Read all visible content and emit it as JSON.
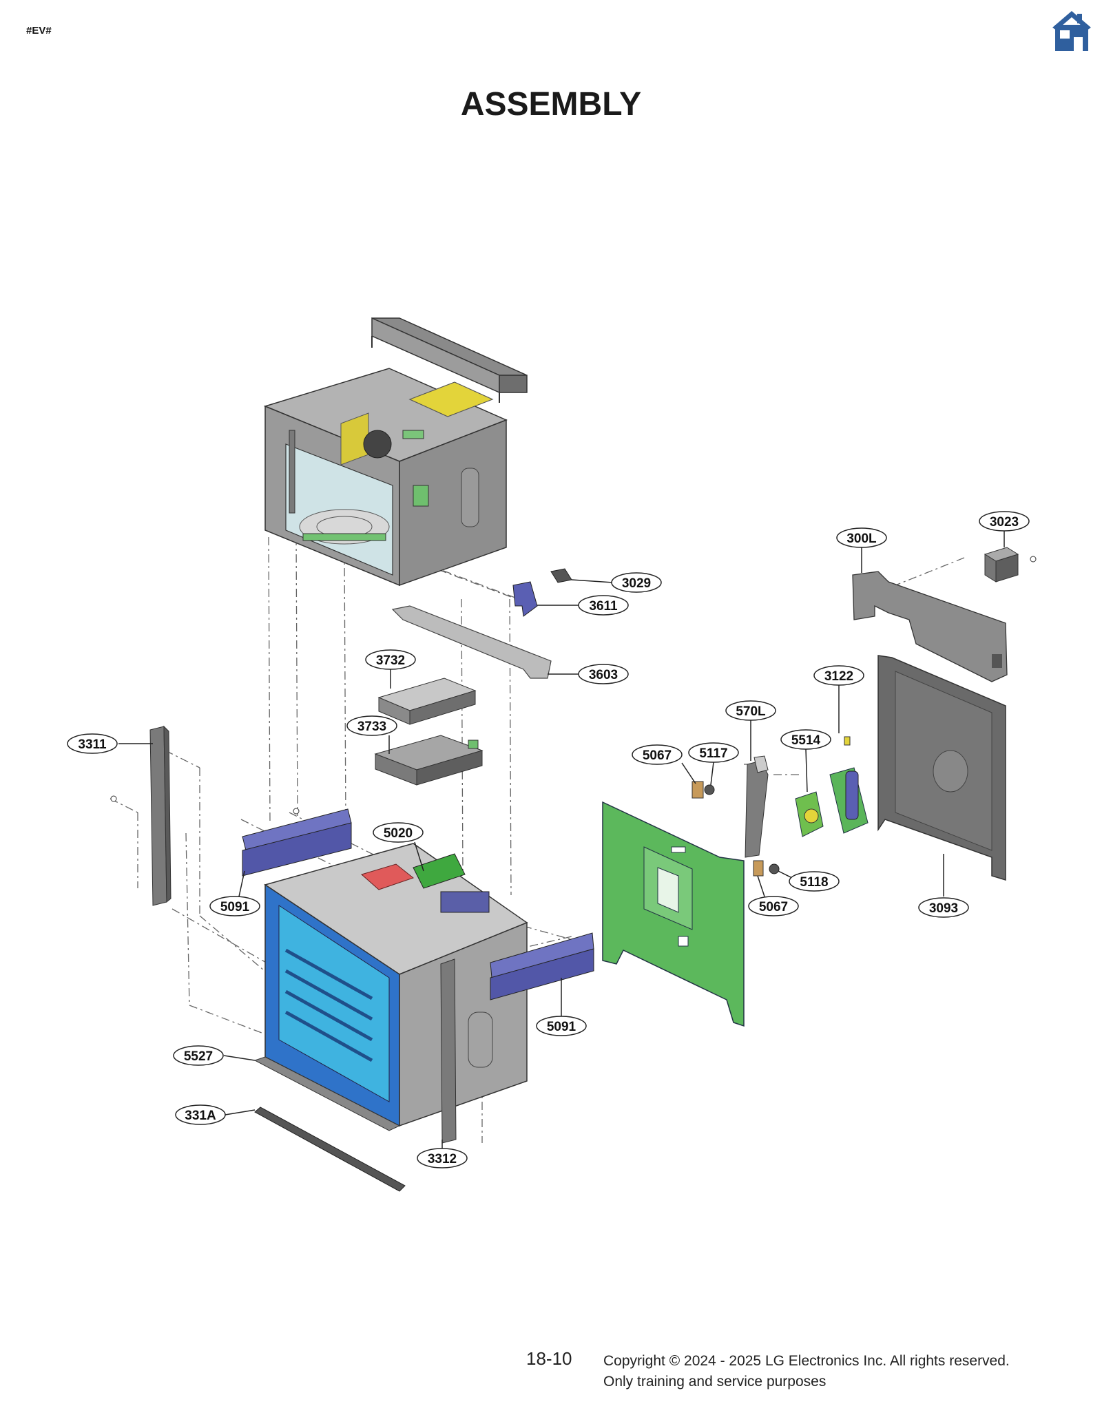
{
  "header": {
    "doc_code": "#EV#",
    "home_icon": "home-icon",
    "home_color": "#2f5f9e"
  },
  "title": "ASSEMBLY",
  "callouts": [
    {
      "id": "3023",
      "label": "3023"
    },
    {
      "id": "300L",
      "label": "300L"
    },
    {
      "id": "3029",
      "label": "3029"
    },
    {
      "id": "3611",
      "label": "3611"
    },
    {
      "id": "3603",
      "label": "3603"
    },
    {
      "id": "3732",
      "label": "3732"
    },
    {
      "id": "3122",
      "label": "3122"
    },
    {
      "id": "570L",
      "label": "570L"
    },
    {
      "id": "3733",
      "label": "3733"
    },
    {
      "id": "3311",
      "label": "3311"
    },
    {
      "id": "5514",
      "label": "5514"
    },
    {
      "id": "5117",
      "label": "5117"
    },
    {
      "id": "5067a",
      "label": "5067"
    },
    {
      "id": "5020",
      "label": "5020"
    },
    {
      "id": "5118",
      "label": "5118"
    },
    {
      "id": "5091a",
      "label": "5091"
    },
    {
      "id": "5067b",
      "label": "5067"
    },
    {
      "id": "3093",
      "label": "3093"
    },
    {
      "id": "5091b",
      "label": "5091"
    },
    {
      "id": "5527",
      "label": "5527"
    },
    {
      "id": "331A",
      "label": "331A"
    },
    {
      "id": "3312",
      "label": "3312"
    }
  ],
  "footer": {
    "page_number": "18-10",
    "copyright": "Copyright © 2024 - 2025 LG Electronics Inc. All rights reserved.",
    "purpose": "Only training and service purposes"
  }
}
